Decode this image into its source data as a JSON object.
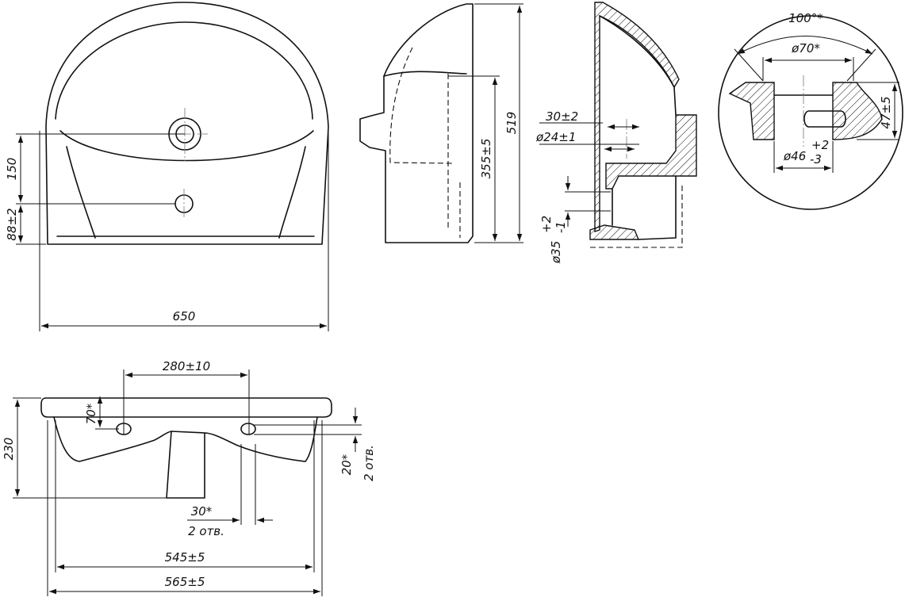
{
  "dimensions": {
    "front": {
      "width": "650",
      "h_tap_hole": "150",
      "h_overflow": "88±2"
    },
    "side": {
      "total_height": "519",
      "mount_height": "355±5"
    },
    "section": {
      "overflow_offset": "30±2",
      "overflow_dia": "ø24±1",
      "drain_dia": "ø35",
      "drain_tol_upper": "+2",
      "drain_tol_lower": "-1"
    },
    "detail": {
      "angle": "100°*",
      "outer_dia": "ø70*",
      "depth": "47±5",
      "inner_dia": "ø46",
      "inner_tol_upper": "+2",
      "inner_tol_lower": "-3"
    },
    "top": {
      "hole_spacing": "280±10",
      "hole_offset": "70*",
      "depth": "230",
      "hole_diameter": "30*",
      "hole_count_bottom": "2 отв.",
      "hole_size_right": "20*",
      "hole_count_right": "2 отв.",
      "width_inner": "545±5",
      "width_outer": "565±5"
    }
  }
}
